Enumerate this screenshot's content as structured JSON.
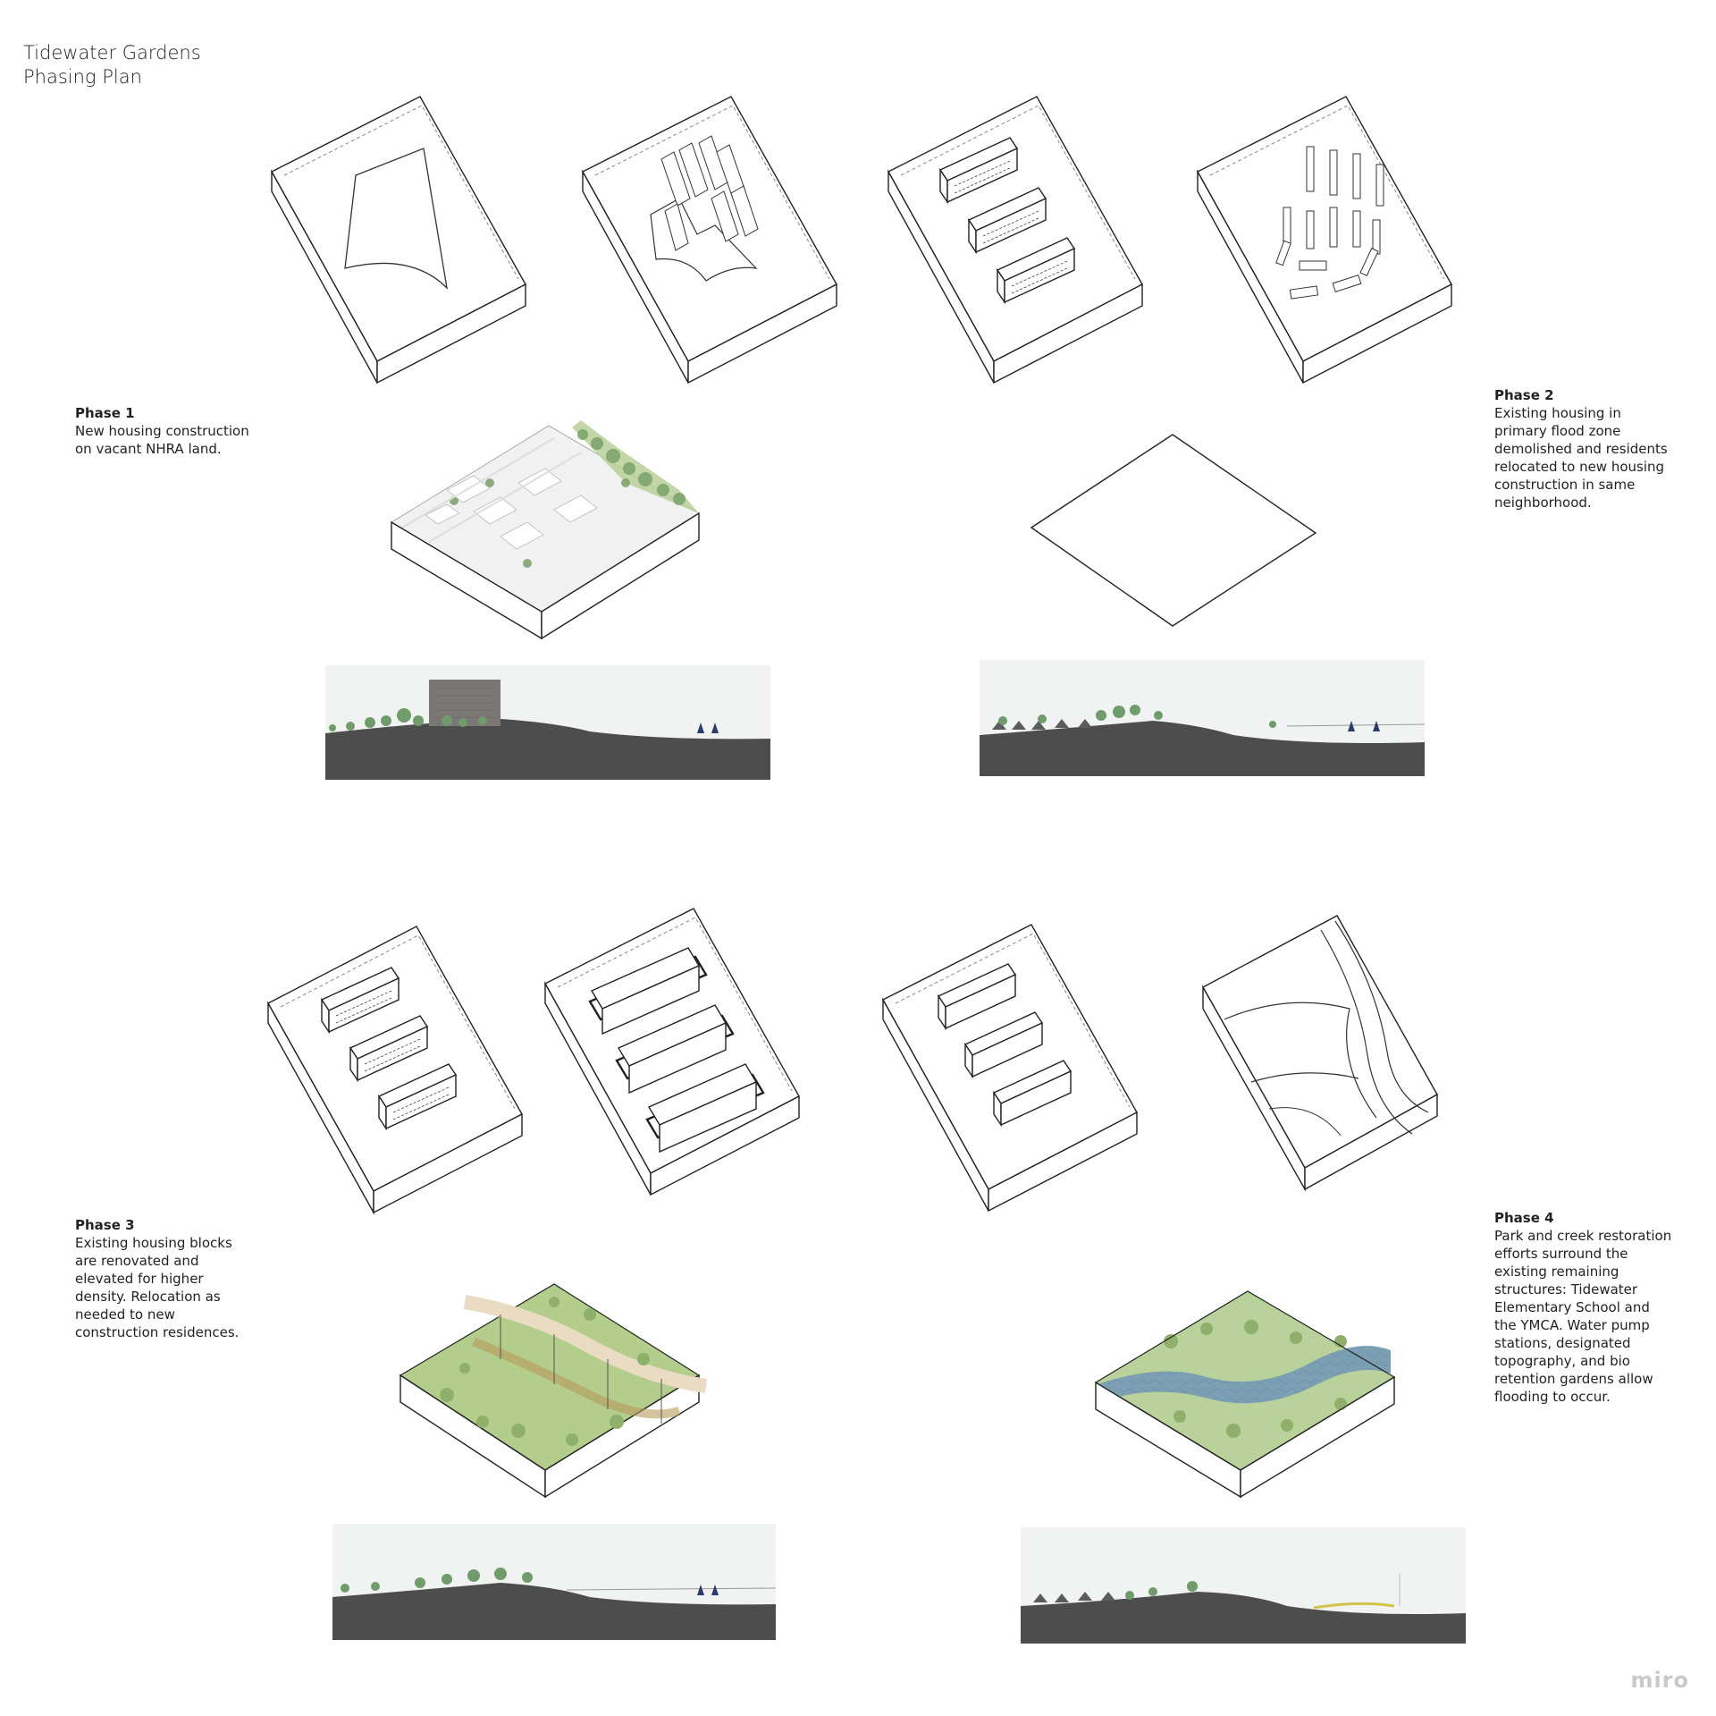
{
  "title": {
    "line1": "Tidewater Gardens",
    "line2": "Phasing Plan"
  },
  "phases": [
    {
      "heading": "Phase 1",
      "text": "New housing construction on vacant NHRA land."
    },
    {
      "heading": "Phase 2",
      "text": "Existing housing in primary flood zone demolished and residents relocated to new housing construction in same neighborhood."
    },
    {
      "heading": "Phase 3",
      "text": "Existing housing blocks are renovated and elevated for higher density. Relocation as needed to new construction residences."
    },
    {
      "heading": "Phase 4",
      "text": "Park and creek restoration efforts surround the existing remaining structures: Tidewater Elementary School and the YMCA. Water pump stations, designated topography, and bio retention gardens allow flooding to occur."
    }
  ],
  "watermark": "miro",
  "colors": {
    "ground": "#4d4d4d",
    "sky": "#f1f3f3",
    "grass": "#a9c77e",
    "water": "#7c9fb3",
    "tree": "#6f9c6a",
    "line": "#222222"
  }
}
